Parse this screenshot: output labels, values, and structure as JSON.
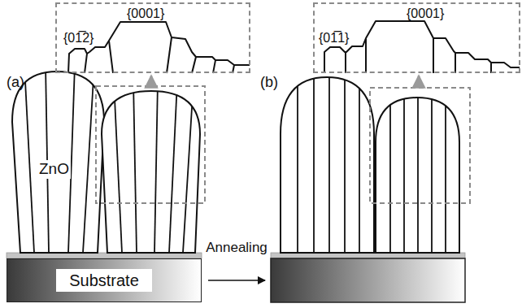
{
  "diagram": {
    "nodes": [
      {
        "text": [
          "{0001}",
          "{01̅2}"
        ]
      },
      {
        "text": [
          "{0001}",
          "{01̅1}"
        ]
      },
      {
        "text": [
          "Substrate"
        ]
      }
    ],
    "labels": [
      "(a)",
      "(b)",
      "ZnO",
      "Annealing"
    ]
  }
}
